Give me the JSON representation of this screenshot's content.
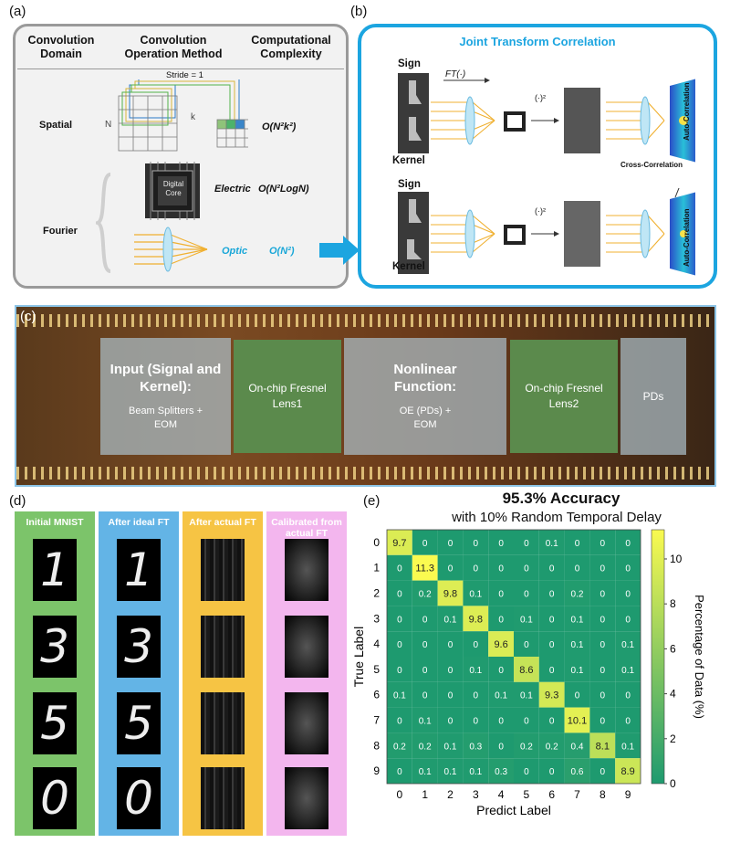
{
  "panel_labels": {
    "a": "(a)",
    "b": "(b)",
    "c": "(c)",
    "d": "(d)",
    "e": "(e)"
  },
  "panel_a": {
    "headers": {
      "domain": "Convolution Domain",
      "method": "Convolution Operation Method",
      "complexity": "Computational Complexity"
    },
    "stride_label": "Stride = 1",
    "n_label": "N",
    "k_label": "k",
    "rows": {
      "spatial": "Spatial",
      "fourier": "Fourier"
    },
    "digital_core": "Digital Core",
    "electric": "Electric",
    "optic": "Optic",
    "complexities": {
      "spatial": "O(N²k²)",
      "electric": "O(N²LogN)",
      "optic": "O(N²)"
    },
    "colors": {
      "optic": "#1aa7d8",
      "border": "#9a9a9a"
    }
  },
  "panel_b": {
    "title": "Joint Transform Correlation",
    "ft_label": "FT(·)",
    "square_label": "(·)²",
    "sign": "Sign",
    "kernel": "Kernel",
    "auto_corr": "Auto-Correlation",
    "cross_corr": "Cross-Correlation",
    "colors": {
      "border": "#1ca5e0"
    }
  },
  "panel_c": {
    "boxes": [
      {
        "title": "Input (Signal and Kernel):",
        "body": "Beam Splitters + EOM"
      },
      {
        "title": "",
        "body": "On-chip Fresnel Lens1"
      },
      {
        "title": "Nonlinear Function:",
        "body": "OE (PDs) + EOM"
      },
      {
        "title": "",
        "body": "On-chip Fresnel Lens2"
      },
      {
        "title": "",
        "body": "PDs"
      }
    ]
  },
  "panel_d": {
    "columns": [
      {
        "label": "Initial MNIST",
        "color": "#7cc46a"
      },
      {
        "label": "After ideal FT",
        "color": "#63b4e6"
      },
      {
        "label": "After actual FT",
        "color": "#f6c444"
      },
      {
        "label": "Calibrated from actual FT",
        "color": "#f3b6ee"
      }
    ]
  },
  "chart_data": {
    "type": "heatmap",
    "title": "95.3% Accuracy",
    "subtitle": "with 10% Random Temporal Delay",
    "xlabel": "Predict Label",
    "ylabel": "True Label",
    "x_categories": [
      "0",
      "1",
      "2",
      "3",
      "4",
      "5",
      "6",
      "7",
      "8",
      "9"
    ],
    "y_categories": [
      "0",
      "1",
      "2",
      "3",
      "4",
      "5",
      "6",
      "7",
      "8",
      "9"
    ],
    "values": [
      [
        9.7,
        0,
        0,
        0,
        0,
        0,
        0.1,
        0,
        0,
        0
      ],
      [
        0,
        11.3,
        0,
        0,
        0,
        0,
        0,
        0,
        0,
        0
      ],
      [
        0,
        0.2,
        9.8,
        0.1,
        0,
        0,
        0,
        0.2,
        0,
        0
      ],
      [
        0,
        0,
        0.1,
        9.8,
        0,
        0.1,
        0,
        0.1,
        0,
        0
      ],
      [
        0,
        0,
        0,
        0,
        9.6,
        0,
        0,
        0.1,
        0,
        0.1
      ],
      [
        0,
        0,
        0,
        0.1,
        0,
        8.6,
        0,
        0.1,
        0,
        0.1
      ],
      [
        0.1,
        0,
        0,
        0,
        0.1,
        0.1,
        9.3,
        0,
        0,
        0
      ],
      [
        0,
        0.1,
        0,
        0,
        0,
        0,
        0,
        10.1,
        0,
        0
      ],
      [
        0.2,
        0.2,
        0.1,
        0.3,
        0,
        0.2,
        0.2,
        0.4,
        8.1,
        0.1
      ],
      [
        0,
        0.1,
        0.1,
        0.1,
        0.3,
        0,
        0,
        0.6,
        0,
        8.9
      ]
    ],
    "colorbar": {
      "label": "Percentage of Data (%)",
      "ticks": [
        0,
        2,
        4,
        6,
        8,
        10
      ],
      "range": [
        0,
        11.3
      ]
    },
    "colors": {
      "low": "#1e9a6f",
      "high": "#fafa50"
    }
  }
}
